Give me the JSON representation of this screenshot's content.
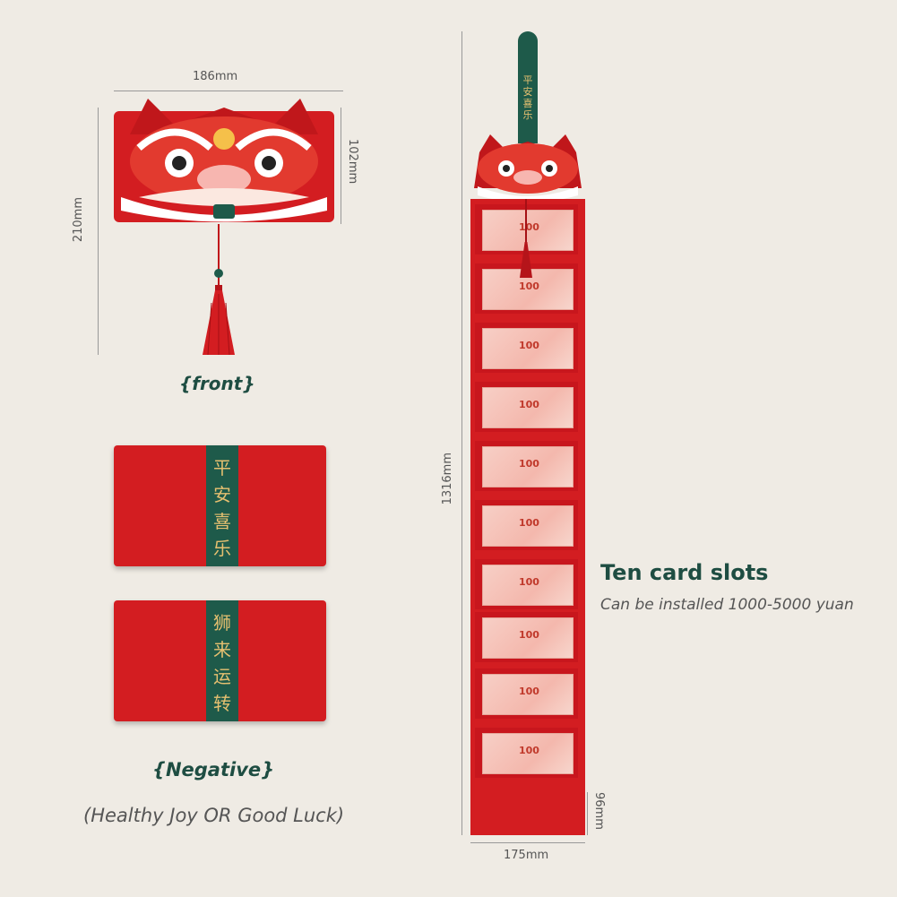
{
  "front": {
    "width_label": "186mm",
    "height_label": "102mm",
    "total_label": "210mm",
    "caption": "{front}"
  },
  "negative": {
    "band1_chars": [
      "平",
      "安",
      "喜",
      "乐"
    ],
    "band2_chars": [
      "狮",
      "来",
      "运",
      "转"
    ],
    "caption": "{Negative}",
    "subcaption": "(Healthy Joy OR Good Luck)"
  },
  "strip": {
    "tag_chars": [
      "平",
      "安",
      "喜",
      "乐"
    ],
    "total_label": "1316mm",
    "width_label": "175mm",
    "bottom_label": "96mm",
    "bill_text": "100",
    "slot_count": 10
  },
  "info": {
    "title": "Ten card slots",
    "subtitle": "Can be installed 1000-5000 yuan"
  },
  "colors": {
    "red": "#d31d21",
    "green": "#1e5a4a",
    "gold": "#e6c070"
  }
}
